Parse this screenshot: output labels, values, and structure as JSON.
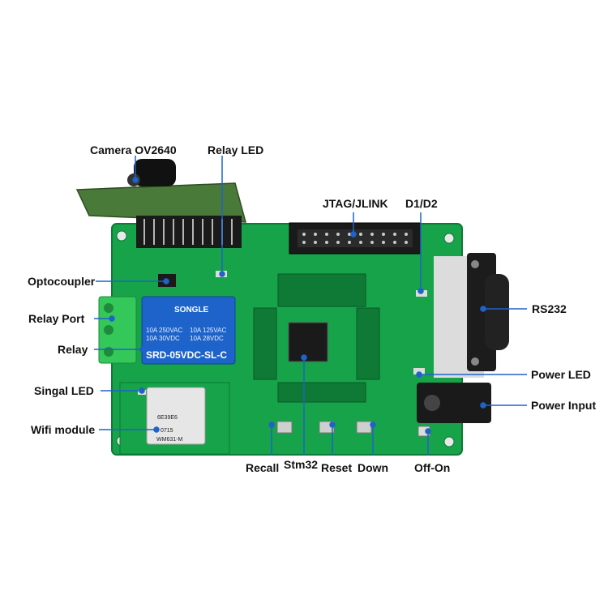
{
  "board": {
    "relay_brand": "SONGLE",
    "relay_line1": "10A 250VAC",
    "relay_line2": "10A 125VAC",
    "relay_line3": "10A 30VDC",
    "relay_line4": "10A 28VDC",
    "relay_model": "SRD-05VDC-SL-C",
    "wifi_id": "6E39E6",
    "wifi_code": "0715",
    "wifi_model": "WM631-M"
  },
  "labels": {
    "camera": "Camera OV2640",
    "relay_led": "Relay LED",
    "jtag": "JTAG/JLINK",
    "d1d2": "D1/D2",
    "optocoupler": "Optocoupler",
    "rs232": "RS232",
    "relay_port": "Relay Port",
    "relay": "Relay",
    "power_led": "Power LED",
    "singal_led": "Singal LED",
    "power_input": "Power Input",
    "wifi_module": "Wifi module",
    "recall": "Recall",
    "stm32": "Stm32",
    "reset": "Reset",
    "down": "Down",
    "offon": "Off-On"
  },
  "colors": {
    "pcb": "#16a34a",
    "pcb_dark": "#0f7a35",
    "relay_blue": "#1e63c9",
    "terminal_green": "#34c759",
    "connector_black": "#1a1a1a"
  }
}
